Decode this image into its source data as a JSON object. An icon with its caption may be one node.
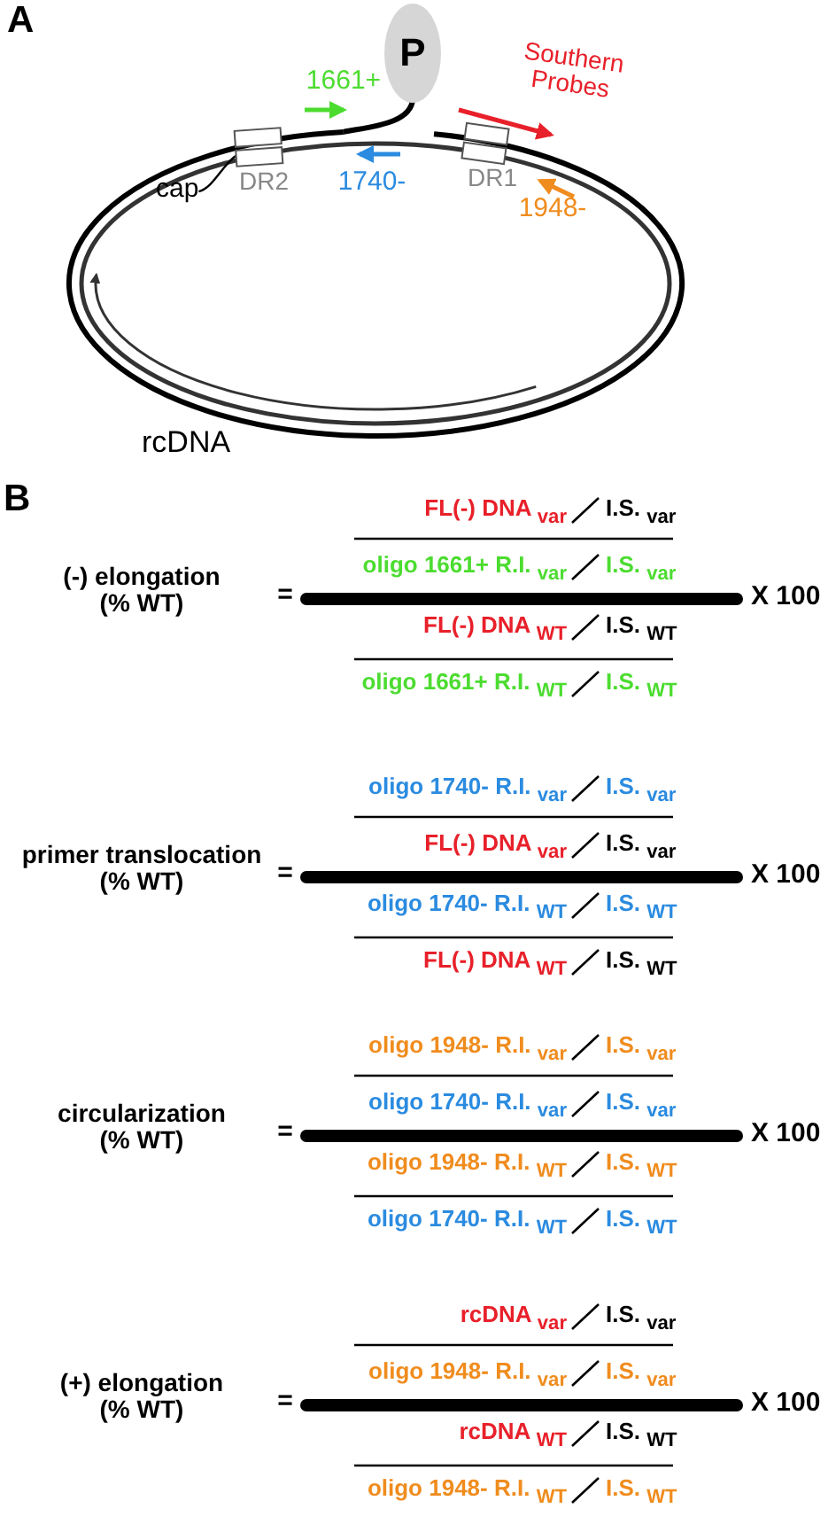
{
  "diagram": {
    "nodes": [
      {
        "text": [
          "P"
        ]
      },
      {
        "text": [
          "DR2"
        ]
      },
      {
        "text": [
          "DR1"
        ]
      },
      {
        "text": [
          "cap"
        ]
      }
    ],
    "edges": [
      {
        "from": 3,
        "to": 1,
        "arrow": "none"
      }
    ],
    "labels": [
      "A",
      "1661+",
      "Southern Probes",
      "1740-",
      "1948-",
      "rcDNA",
      "B",
      "(-) elongation (% WT)",
      "=",
      "FL(-) DNA $_{var}$",
      "I.S. $_{var}$",
      "oligo 1661+ R.I. $_{var}$",
      "I.S. $_{var}$",
      "FL(-) DNA $_{WT}$",
      "I.S. $_{WT}$",
      "oligo 1661+ R.I. $_{WT}$",
      "I.S. $_{WT}$",
      "X 100",
      "primer translocation (% WT)",
      "=",
      "oligo 1740- R.I. $_{var}$",
      "I.S. $_{var}$",
      "FL(-) DNA $_{var}$",
      "I.S. $_{var}$",
      "oligo 1740- R.I. $_{WT}$",
      "I.S. $_{WT}$",
      "FL(-) DNA $_{WT}$",
      "I.S. $_{WT}$",
      "X 100",
      "circularization (% WT)",
      "=",
      "oligo 1948- R.I. $_{var}$",
      "I.S. $_{var}$",
      "oligo 1740- R.I. $_{var}$",
      "I.S. $_{var}$",
      "oligo 1948- R.I. $_{WT}$",
      "I.S. $_{WT}$",
      "oligo 1740- R.I. $_{WT}$",
      "I.S. $_{WT}$",
      "X 100",
      "(+) elongation (% WT)",
      "=",
      "rcDNA $_{var}$",
      "I.S. $_{var}$",
      "oligo 1948- R.I. $_{var}$",
      "I.S. $_{var}$",
      "rcDNA $_{WT}$",
      "I.S. $_{WT}$",
      "oligo 1948- R.I. $_{WT}$",
      "I.S. $_{WT}$",
      "X 100"
    ]
  }
}
